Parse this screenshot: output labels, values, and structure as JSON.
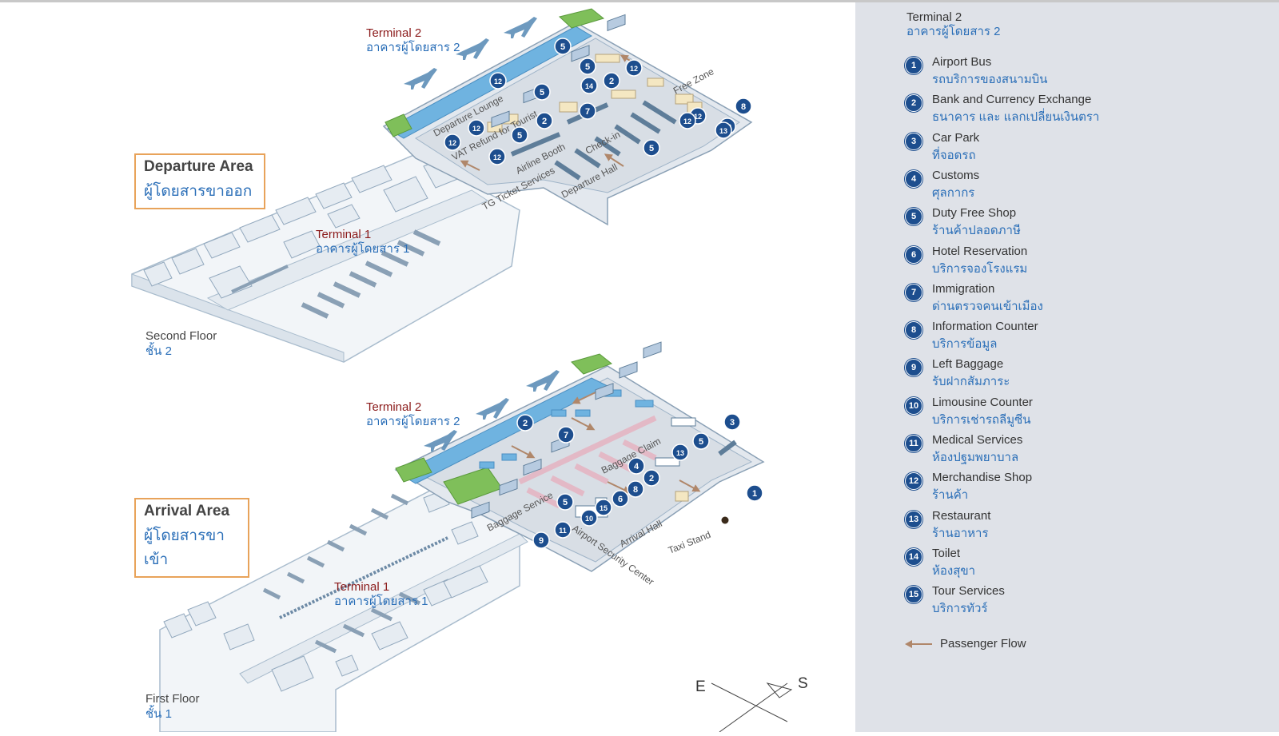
{
  "departure": {
    "area_en": "Departure Area",
    "area_th": "ผู้โดยสารขาออก",
    "floor_en": "Second  Floor",
    "floor_th": "ชั้น 2",
    "terminal2_en": "Terminal 2",
    "terminal2_th": "อาคารผู้โดยสาร 2",
    "terminal1_en": "Terminal 1",
    "terminal1_th": "อาคารผู้โดยสาร 1",
    "labels": {
      "departure_lounge": "Departure Lounge",
      "vat_refund": "VAT Refund for Tourist",
      "airline_booth": "Airline Booth",
      "tg_ticket": "TG Ticket Services",
      "departure_hall": "Departure Hall",
      "check_in": "Check-in",
      "free_zone": "Free Zone"
    }
  },
  "arrival": {
    "area_en": "Arrival Area",
    "area_th": "ผู้โดยสารขาเข้า",
    "floor_en": "First Floor",
    "floor_th": "ชั้น 1",
    "terminal2_en": "Terminal 2",
    "terminal2_th": "อาคารผู้โดยสาร 2",
    "terminal1_en": "Terminal 1",
    "terminal1_th": "อาคารผู้โดยสาร 1",
    "labels": {
      "baggage_claim": "Baggage Claim",
      "baggage_service": "Baggage Service",
      "arrival_hall": "Arrival Hall",
      "taxi_stand": "Taxi Stand",
      "airport_security": "Airport Security Center"
    }
  },
  "compass": {
    "east": "E",
    "south": "S"
  },
  "legend": {
    "title_en": "Terminal 2",
    "title_th": "อาคารผู้โดยสาร 2",
    "items": [
      {
        "num": "1",
        "en": "Airport Bus",
        "th": "รถบริการของสนามบิน"
      },
      {
        "num": "2",
        "en": "Bank and Currency Exchange",
        "th": "ธนาคาร และ แลกเปลี่ยนเงินตรา"
      },
      {
        "num": "3",
        "en": "Car Park",
        "th": "ที่จอดรถ"
      },
      {
        "num": "4",
        "en": "Customs",
        "th": "ศุลกากร"
      },
      {
        "num": "5",
        "en": "Duty Free Shop",
        "th": "ร้านค้าปลอดภาษี"
      },
      {
        "num": "6",
        "en": "Hotel Reservation",
        "th": "บริการจองโรงแรม"
      },
      {
        "num": "7",
        "en": "Immigration",
        "th": "ด่านตรวจคนเข้าเมือง"
      },
      {
        "num": "8",
        "en": "Information Counter",
        "th": "บริการข้อมูล"
      },
      {
        "num": "9",
        "en": "Left Baggage",
        "th": "รับฝากสัมภาระ"
      },
      {
        "num": "10",
        "en": "Limousine Counter",
        "th": "บริการเช่ารถลีมูซีน"
      },
      {
        "num": "11",
        "en": "Medical Services",
        "th": "ห้องปฐมพยาบาล"
      },
      {
        "num": "12",
        "en": "Merchandise Shop",
        "th": "ร้านค้า"
      },
      {
        "num": "13",
        "en": "Restaurant",
        "th": "ร้านอาหาร"
      },
      {
        "num": "14",
        "en": "Toilet",
        "th": "ห้องสุขา"
      },
      {
        "num": "15",
        "en": "Tour Services",
        "th": "บริการทัวร์"
      }
    ],
    "flow_label": "Passenger Flow"
  },
  "markers": {
    "departure": [
      "5",
      "5",
      "12",
      "5",
      "14",
      "2",
      "12",
      "12",
      "5",
      "2",
      "7",
      "12",
      "12",
      "5",
      "12",
      "8",
      "12",
      "13",
      "12"
    ],
    "arrival": [
      "2",
      "7",
      "3",
      "5",
      "13",
      "4",
      "2",
      "8",
      "6",
      "15",
      "5",
      "10",
      "11",
      "9",
      "1"
    ]
  },
  "colors": {
    "marker": "#1d4e8e",
    "area_border": "#e8a35a",
    "thai_text": "#2b6fb8",
    "terminal_en": "#8b1a1a",
    "flow_arrow": "#b0876a",
    "building_fill": "#e9eef3",
    "building_stroke": "#9fb4c8",
    "glass": "#6fb3e0",
    "green": "#7fbf5a"
  }
}
